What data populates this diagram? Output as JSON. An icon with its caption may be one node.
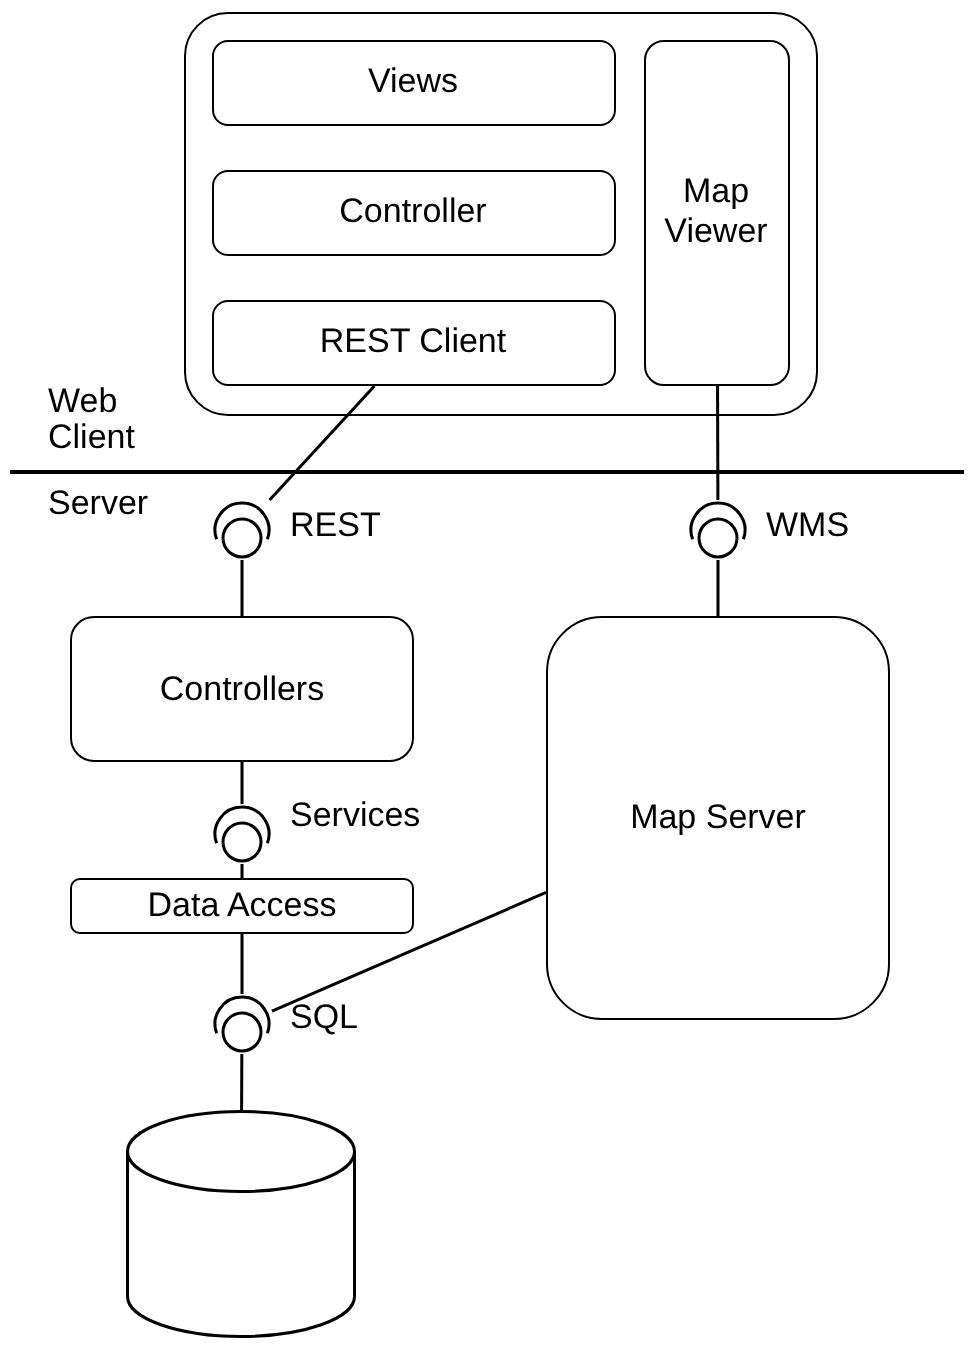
{
  "diagram": {
    "nodes": [
      {
        "text": [],
        "shape": "box"
      },
      {
        "text": [
          "Views"
        ],
        "in": 0
      },
      {
        "text": [
          "Controller"
        ],
        "in": 0
      },
      {
        "text": [
          "REST Client"
        ],
        "in": 0
      },
      {
        "text": [
          "Map Viewer"
        ],
        "in": 0
      },
      {
        "text": [],
        "shape": "circle",
        "beside": [
          "REST"
        ]
      },
      {
        "text": [],
        "shape": "circle",
        "beside": [
          "WMS"
        ]
      },
      {
        "text": [
          "Controllers"
        ]
      },
      {
        "text": [
          "Map Server"
        ]
      },
      {
        "text": [],
        "shape": "circle",
        "beside": [
          "Services"
        ]
      },
      {
        "text": [
          "Data Access"
        ]
      },
      {
        "text": [],
        "shape": "circle",
        "beside": [
          "SQL"
        ]
      },
      {
        "text": [],
        "shape": "cylinder"
      }
    ],
    "edges": [
      {
        "from": 3,
        "to": 5,
        "arrow": "none"
      },
      {
        "from": 4,
        "to": 6,
        "arrow": "none"
      },
      {
        "from": 5,
        "to": 7,
        "arrow": "none"
      },
      {
        "from": 6,
        "to": 8,
        "arrow": "none"
      },
      {
        "from": 7,
        "to": 9,
        "arrow": "none"
      },
      {
        "from": 9,
        "to": 10,
        "arrow": "none"
      },
      {
        "from": 10,
        "to": 11,
        "arrow": "none"
      },
      {
        "from": 8,
        "to": 11,
        "arrow": "none"
      },
      {
        "from": 11,
        "to": 12,
        "arrow": "none"
      }
    ],
    "labels": [
      "Web Client",
      "Server"
    ]
  }
}
